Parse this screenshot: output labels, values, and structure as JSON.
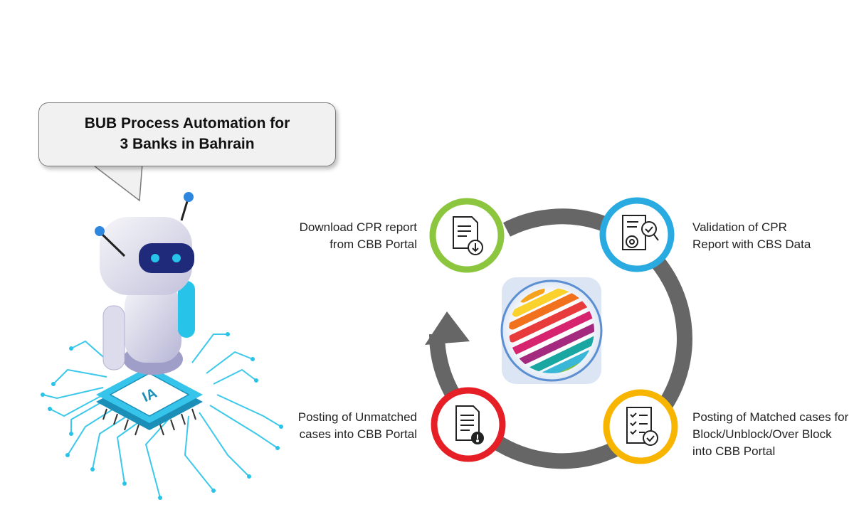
{
  "callout": {
    "lines": [
      "BUB Process Automation for",
      "3 Banks in Bahrain"
    ]
  },
  "chip_label": "IA",
  "steps": [
    {
      "lines": [
        "Download CPR report",
        "from CBB Portal"
      ],
      "ring_color": "#8cc63f",
      "icon": "download-document-icon"
    },
    {
      "lines": [
        "Validation of CPR",
        "Report with CBS Data"
      ],
      "ring_color": "#29abe2",
      "icon": "document-validation-gear-icon"
    },
    {
      "lines": [
        "Posting of Matched cases for",
        "Block/Unblock/Over Block",
        "into CBB Portal"
      ],
      "ring_color": "#f7b500",
      "icon": "checklist-approved-icon"
    },
    {
      "lines": [
        "Posting of Unmatched",
        "cases into CBB Portal"
      ],
      "ring_color": "#e61e25",
      "icon": "document-warning-icon"
    }
  ],
  "center_logo": "striped-globe-logo"
}
